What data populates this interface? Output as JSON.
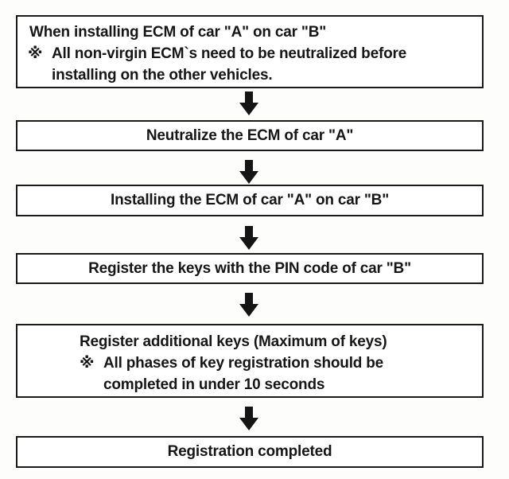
{
  "colors": {
    "ink": "#1a1a1a",
    "paper": "#ffffff"
  },
  "icons": {
    "flow_arrow": "down-arrow"
  },
  "flowchart": {
    "step1": {
      "line1": "When installing ECM of car \"A\" on car \"B\"",
      "note_marker": "※",
      "note_line1": "All non-virgin ECM`s need to be neutralized before",
      "note_line2": "installing on the other vehicles."
    },
    "step2": {
      "label": "Neutralize the ECM of car \"A\""
    },
    "step3": {
      "label": "Installing the ECM of car \"A\" on car \"B\""
    },
    "step4": {
      "label": "Register the keys with the PIN code of car \"B\""
    },
    "step5": {
      "line1": "Register additional keys (Maximum of keys)",
      "note_marker": "※",
      "note_line1": "All phases of key registration should be",
      "note_line2": "completed in under 10 seconds"
    },
    "step6": {
      "label": "Registration completed"
    }
  }
}
